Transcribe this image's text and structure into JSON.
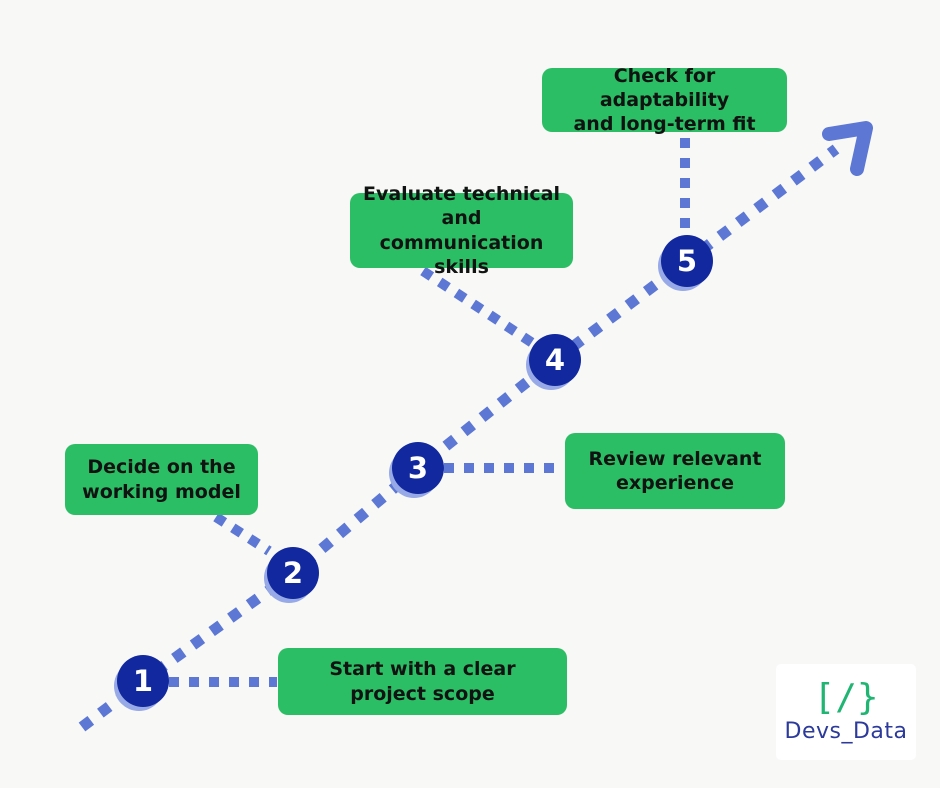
{
  "diagram": {
    "description": "Five-step hiring process flow along an ascending dotted arrow",
    "steps": [
      {
        "number": "1",
        "label": "Start with a clear\nproject scope"
      },
      {
        "number": "2",
        "label": "Decide on the\nworking model"
      },
      {
        "number": "3",
        "label": "Review relevant\nexperience"
      },
      {
        "number": "4",
        "label": "Evaluate technical\nand communication\nskills"
      },
      {
        "number": "5",
        "label": "Check for adaptability\nand long-term fit"
      }
    ],
    "colors": {
      "background": "#F8F8F6",
      "box_green": "#2CBE64",
      "circle_navy": "#12289F",
      "dot_blue": "#5C77D4",
      "shadow_light_blue": "#97A9E6",
      "label_text": "#101311"
    }
  },
  "branding": {
    "logo_icon": "[/}",
    "logo_text": "Devs_Data",
    "logo_icon_color": "#21B573",
    "logo_text_color": "#2B3A9B"
  }
}
